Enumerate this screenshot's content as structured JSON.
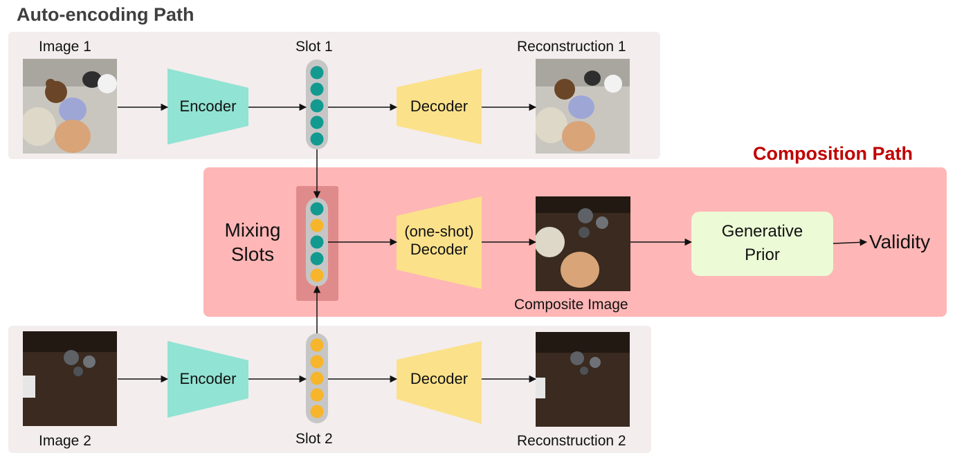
{
  "titles": {
    "autoencoding": "Auto-encoding Path",
    "composition": "Composition Path"
  },
  "labels": {
    "image1": "Image 1",
    "image2": "Image 2",
    "slot1": "Slot 1",
    "slot2": "Slot 2",
    "reconstruction1": "Reconstruction 1",
    "reconstruction2": "Reconstruction 2",
    "composite_image": "Composite Image",
    "mixing_slots_line1": "Mixing",
    "mixing_slots_line2": "Slots",
    "validity": "Validity"
  },
  "blocks": {
    "encoder": "Encoder",
    "decoder": "Decoder",
    "oneshot_line1": "(one-shot)",
    "oneshot_line2": "Decoder",
    "prior_line1": "Generative",
    "prior_line2": "Prior"
  },
  "colors": {
    "encoder": "#91e3d3",
    "decoder": "#fbe18a",
    "slot_teal": "#129a90",
    "slot_orange": "#f6b52b",
    "slot_column": "#c6c6c6",
    "composition_title": "#c00000"
  },
  "slots": {
    "slot1": [
      "teal",
      "teal",
      "teal",
      "teal",
      "teal"
    ],
    "mixed": [
      "teal",
      "orange",
      "teal",
      "teal",
      "orange"
    ],
    "slot2": [
      "orange",
      "orange",
      "orange",
      "orange",
      "orange"
    ]
  }
}
